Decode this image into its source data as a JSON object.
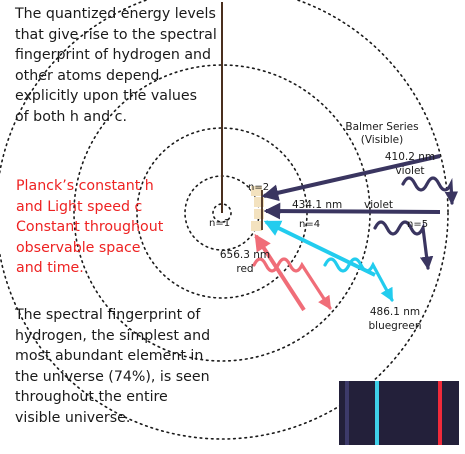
{
  "intro_text": [
    "The quantized energy levels",
    "that give rise to the spectral",
    "fingerprint of hydrogen and",
    "other atoms depend",
    "explicitly upon the values",
    "of both h and c."
  ],
  "constants_text": [
    "Planck’s constant h",
    "and Light speed c",
    "Constant throughout",
    "observable space",
    "and time."
  ],
  "fingerprint_text": [
    "The spectral fingerprint of",
    "hydrogen, the simplest and",
    "most abundant element in",
    "the universe (74%), is seen",
    "throughout the entire",
    "visible universe."
  ],
  "levels": {
    "n1": "n=1",
    "n2": "n=2",
    "n4": "n=4",
    "n5": "n=5"
  },
  "series": {
    "title": "Balmer Series",
    "subtitle": "(Visible)"
  },
  "lines": {
    "l410": {
      "wavelength": "410.2 nm",
      "color_name": "violet"
    },
    "l434": {
      "wavelength": "434.1 nm",
      "color_name": "violet"
    },
    "l486": {
      "wavelength": "486.1 nm",
      "color_name": "bluegreen"
    },
    "l656": {
      "wavelength": "656.3 nm",
      "color_name": "red"
    }
  },
  "colors": {
    "text": "#1a1a1a",
    "highlight": "#ee2222",
    "violet_arrow": "#3a3560",
    "cyan_arrow": "#22ccee",
    "red_arrow": "#f06d78",
    "orbit_highlight": "#f3e2bf",
    "spectrum_bg": "#23203a",
    "spectrum_cyan": "#3fd0e8",
    "spectrum_red": "#f02a3a"
  }
}
